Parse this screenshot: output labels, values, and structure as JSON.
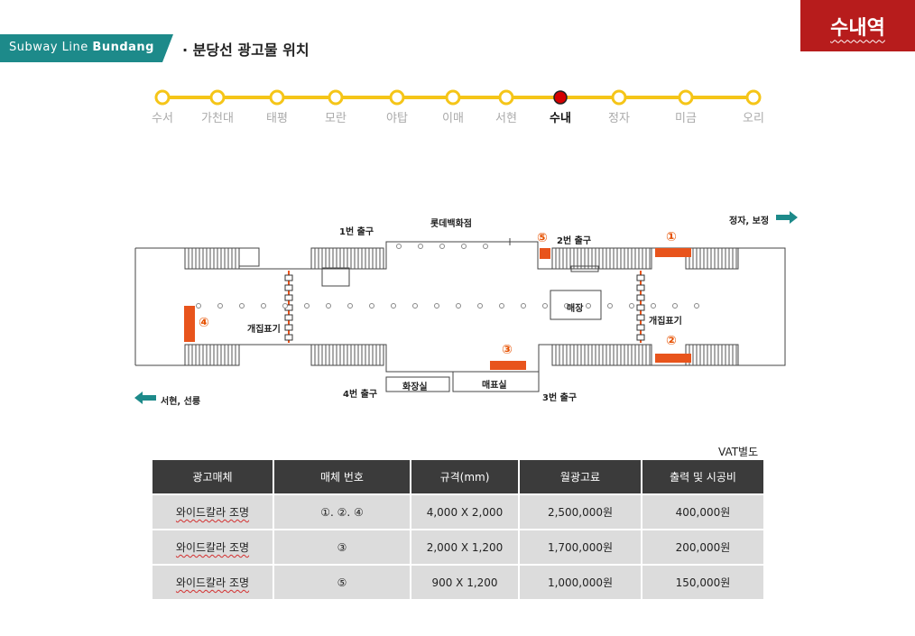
{
  "header": {
    "line_tag_prefix": "Subway Line ",
    "line_tag_bold": "Bundang",
    "page_title": "· 분당선 광고물 위치",
    "station_badge": "수내역"
  },
  "line_map": {
    "stations": [
      "수서",
      "가천대",
      "태평",
      "모란",
      "야탑",
      "이매",
      "서현",
      "수내",
      "정자",
      "미금",
      "오리"
    ],
    "current_station": "수내",
    "line_color": "#f5c518",
    "current_color": "#d50000"
  },
  "floor_plan": {
    "labels": {
      "exit1": "1번 출구",
      "exit2": "2번 출구",
      "exit3": "3번 출구",
      "exit4": "4번 출구",
      "lotte": "롯데백화점",
      "direction_right": "정자, 보정",
      "direction_left": "서현, 선릉",
      "gate_left": "개집표기",
      "gate_right": "개집표기",
      "shop": "매장",
      "restroom": "화장실",
      "ticket_office": "매표실"
    },
    "ad_markers": [
      "①",
      "②",
      "③",
      "④",
      "⑤"
    ],
    "ad_color": "#e8541c"
  },
  "pricing": {
    "vat_note": "VAT별도",
    "headers": [
      "광고매체",
      "매체 번호",
      "규격(mm)",
      "월광고료",
      "출력 및 시공비"
    ],
    "rows": [
      [
        "와이드칼라 조명",
        "①. ②. ④",
        "4,000 X 2,000",
        "2,500,000원",
        "400,000원"
      ],
      [
        "와이드칼라 조명",
        "③",
        "2,000 X 1,200",
        "1,700,000원",
        "200,000원"
      ],
      [
        "와이드칼라 조명",
        "⑤",
        "900 X 1,200",
        "1,000,000원",
        "150,000원"
      ]
    ]
  }
}
